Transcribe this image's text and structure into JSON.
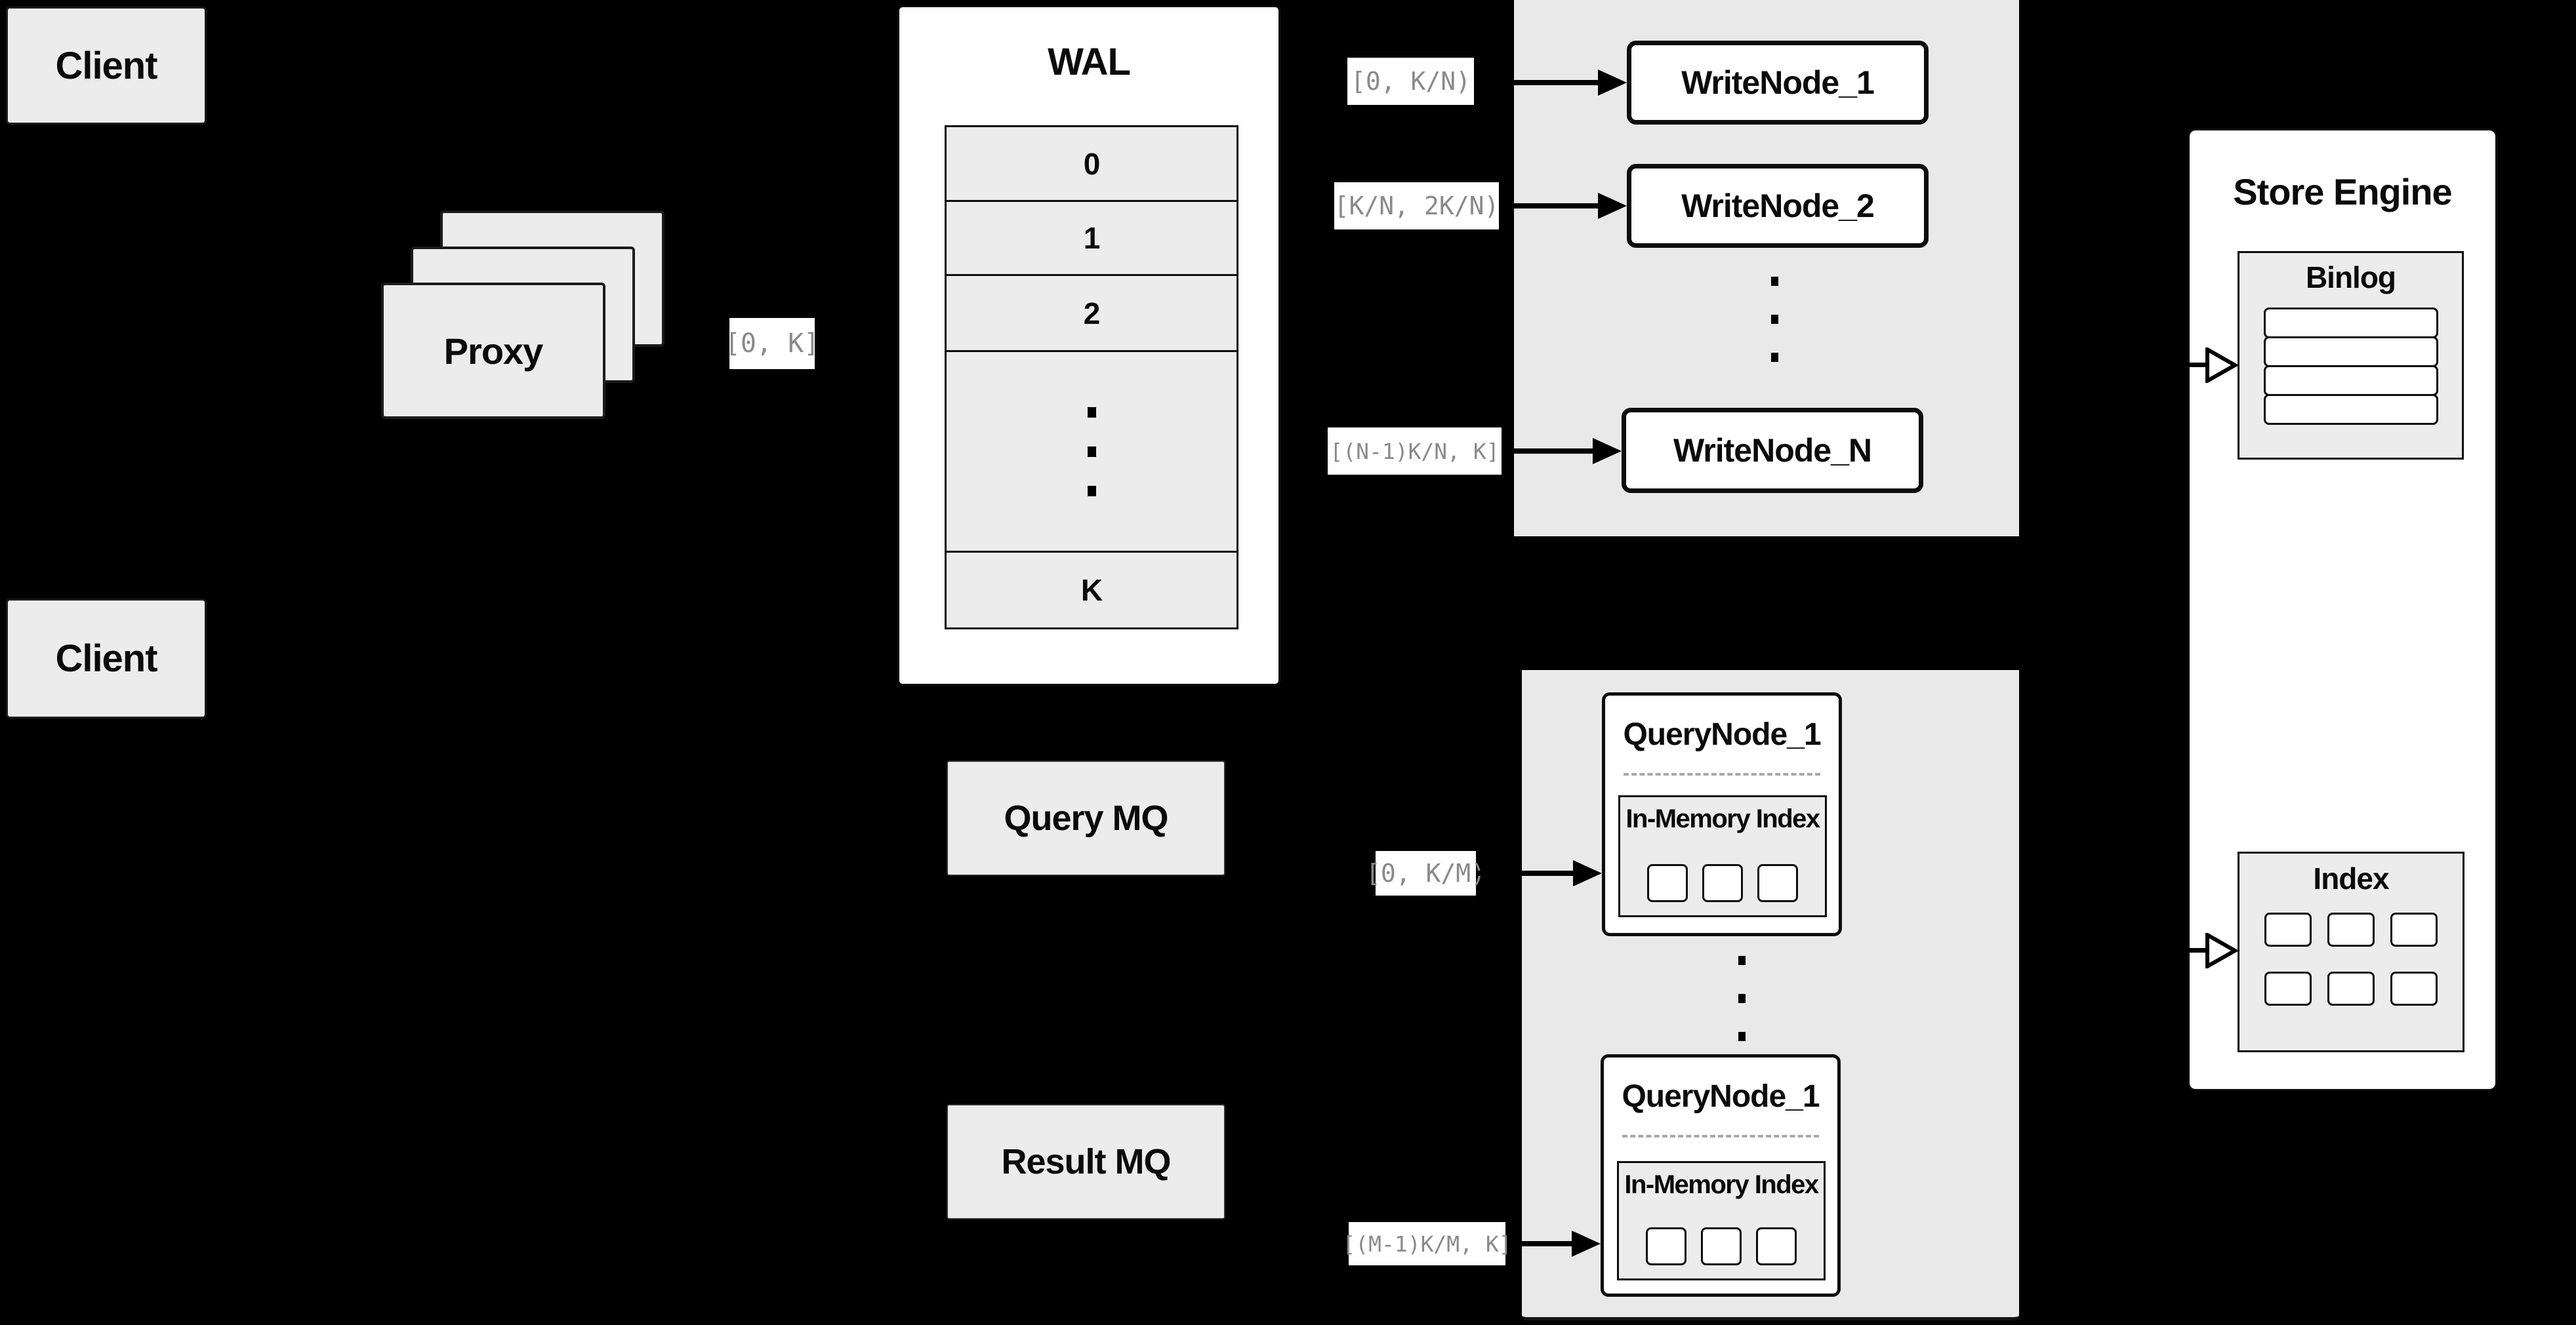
{
  "colors": {
    "background": "#000000",
    "panel_gray": "#ececec",
    "container_gray": "#e9e9e9",
    "white": "#ffffff",
    "border": "#0d0d0d",
    "range_text_gray": "#8a8a8a",
    "dashed_divider": "#a8a8a8"
  },
  "clients": {
    "top": "Client",
    "bottom": "Client"
  },
  "proxy": {
    "label": "Proxy",
    "range": "[0, K]"
  },
  "wal": {
    "title": "WAL",
    "segments": [
      "0",
      "1",
      "2"
    ],
    "last_segment": "K"
  },
  "write_cluster": {
    "nodes": [
      {
        "label": "WriteNode_1",
        "range": "[0, K/N)"
      },
      {
        "label": "WriteNode_2",
        "range": "[K/N, 2K/N)"
      },
      {
        "label": "WriteNode_N",
        "range": "[(N-1)K/N, K]"
      }
    ]
  },
  "mq": {
    "query": "Query MQ",
    "result": "Result MQ"
  },
  "query_cluster": {
    "nodes": [
      {
        "title": "QueryNode_1",
        "inner_title": "In-Memory Index",
        "range": "[0, K/M)"
      },
      {
        "title": "QueryNode_1",
        "inner_title": "In-Memory Index",
        "range": "[(M-1)K/M, K]"
      }
    ]
  },
  "store_engine": {
    "title": "Store Engine",
    "binlog_title": "Binlog",
    "index_title": "Index"
  }
}
